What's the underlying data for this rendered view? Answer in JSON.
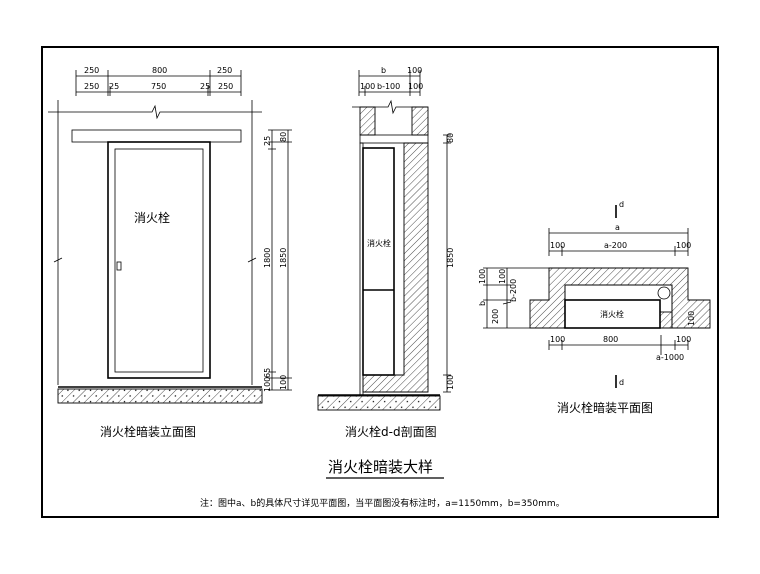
{
  "elevation": {
    "label": "消火栓暗装立面图",
    "cabinet_text": "消火栓",
    "dims_top_row1": [
      "250",
      "800",
      "250"
    ],
    "dims_top_row2": [
      "250",
      "25",
      "750",
      "25",
      "250"
    ],
    "dims_right_inner": [
      "25",
      "1800",
      "65",
      "100"
    ],
    "dims_right_outer": [
      "80",
      "1850",
      "100"
    ]
  },
  "section": {
    "label": "消火栓d-d剖面图",
    "cabinet_text": "消火栓",
    "dims_top_row1": [
      "b",
      "100"
    ],
    "dims_top_row2": [
      "100",
      "b-100",
      "100"
    ],
    "dims_right": [
      "80",
      "1850",
      "100"
    ]
  },
  "plan": {
    "label": "消火栓暗装平面图",
    "cabinet_text": "消火栓",
    "section_mark": "d",
    "dims_top_row1": [
      "a"
    ],
    "dims_top_row2": [
      "100",
      "a-200",
      "100"
    ],
    "dims_left": [
      "100",
      "b",
      "200",
      "100",
      "b-200"
    ],
    "dims_bottom": [
      "100",
      "800",
      "100",
      "a-1000"
    ],
    "dim_small": "100"
  },
  "title": "消火栓暗装大样",
  "note": "注：图中a、b的具体尺寸详见平面图，当平面图没有标注时，a=1150mm，b=350mm。"
}
